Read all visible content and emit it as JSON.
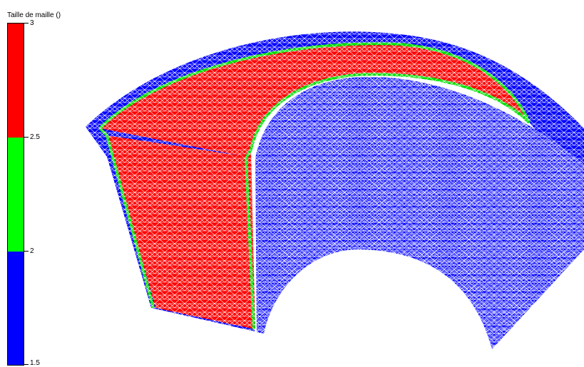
{
  "legend": {
    "title": "Taille de maille ()",
    "ticks": [
      "3",
      "2.5",
      "2",
      "1.5"
    ],
    "bands": [
      {
        "from": 3,
        "to": 2.5,
        "color": "#ff0000"
      },
      {
        "from": 2.5,
        "to": 2,
        "color": "#00ff00"
      },
      {
        "from": 2,
        "to": 1.5,
        "color": "#0000ff"
      }
    ]
  },
  "colors": {
    "red_region": "#ff0000",
    "green_boundary": "#00e000",
    "blue_region": "#0000ff",
    "mesh_edges": "#ffffff",
    "background": "#ffffff"
  }
}
